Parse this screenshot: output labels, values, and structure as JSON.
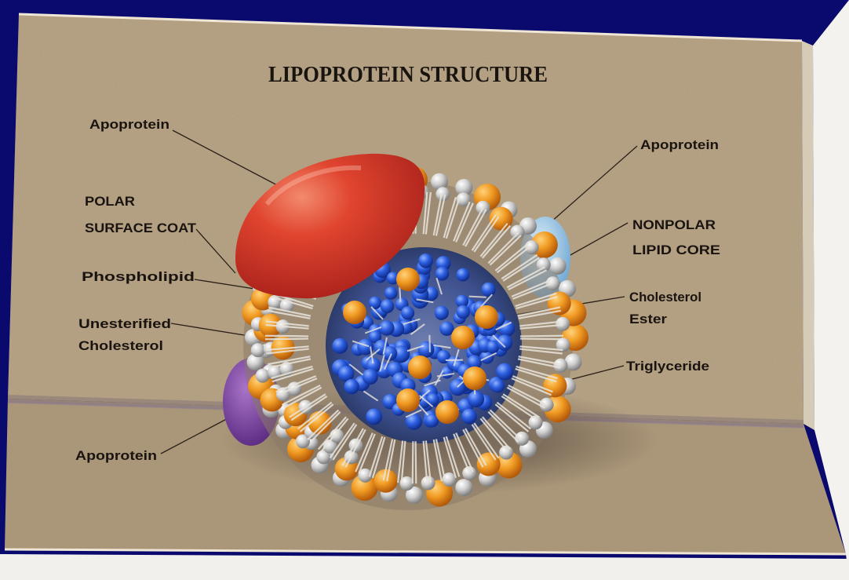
{
  "title": "LIPOPROTEIN STRUCTURE",
  "labels": {
    "apoprotein_top_left": "Apoprotein",
    "polar_surface_coat_1": "POLAR",
    "polar_surface_coat_2": "SURFACE COAT",
    "phospholipid": "Phospholipid",
    "unesterified_1": "Unesterified",
    "unesterified_2": "Cholesterol",
    "apoprotein_bottom_left": "Apoprotein",
    "apoprotein_right": "Apoprotein",
    "nonpolar_1": "NONPOLAR",
    "nonpolar_2": "LIPID CORE",
    "cholesterol_ester_1": "Cholesterol",
    "cholesterol_ester_2": "Ester",
    "triglyceride": "Triglyceride"
  },
  "colors": {
    "background": "#0a0a6e",
    "card": "#b8a382",
    "apoprotein_red": "#d8392a",
    "apoprotein_blue": "#9fc8e6",
    "apoprotein_purple": "#7a3fa0",
    "phospholipid_head_orange": "#e88a1a",
    "phospholipid_head_gray": "#c8c8c8",
    "core_blue": "#1f55d6"
  }
}
